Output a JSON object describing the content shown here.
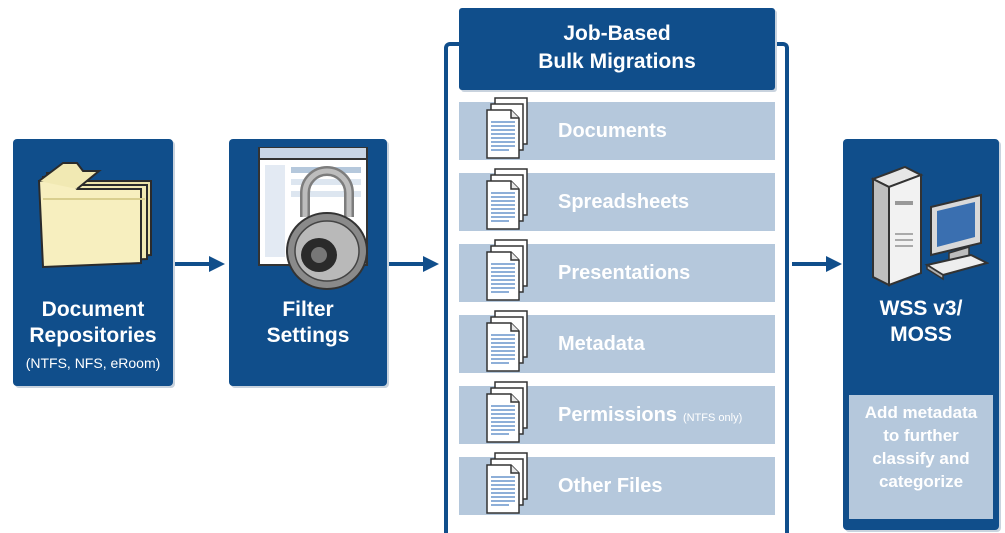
{
  "colors": {
    "navy": "#104e8b",
    "row_fill": "#b5c8dc",
    "callout_fill": "#b5c8dc",
    "arrow": "#104e8b",
    "text_light": "#ffffff"
  },
  "repositories": {
    "title_line1": "Document",
    "title_line2": "Repositories",
    "subtitle": "(NTFS, NFS, eRoom)",
    "icon": "folder-icon"
  },
  "filter": {
    "title_line1": "Filter",
    "title_line2": "Settings",
    "icon": "padlock-window-icon"
  },
  "migrations": {
    "header_line1": "Job-Based",
    "header_line2": "Bulk Migrations",
    "items": [
      {
        "label": "Documents",
        "note": "",
        "icon": "document-stack-icon"
      },
      {
        "label": "Spreadsheets",
        "note": "",
        "icon": "document-stack-icon"
      },
      {
        "label": "Presentations",
        "note": "",
        "icon": "document-stack-icon"
      },
      {
        "label": "Metadata",
        "note": "",
        "icon": "document-stack-icon"
      },
      {
        "label": "Permissions",
        "note": "(NTFS only)",
        "icon": "document-stack-icon"
      },
      {
        "label": "Other Files",
        "note": "",
        "icon": "document-stack-icon"
      }
    ]
  },
  "target": {
    "title_line1": "WSS v3/",
    "title_line2": "MOSS",
    "icon": "computer-icon",
    "callout": [
      "Add metadata",
      "to further",
      "classify and",
      "categorize"
    ]
  }
}
